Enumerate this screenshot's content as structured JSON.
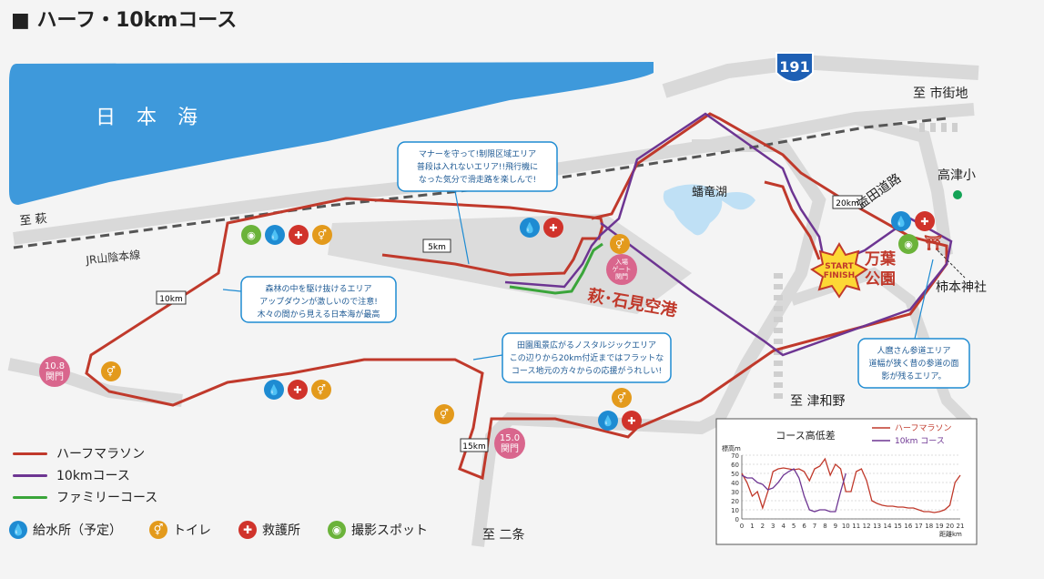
{
  "title": "■ ハーフ・10kmコース",
  "map": {
    "sea_label": "日 本 海",
    "route_sign": "191",
    "place_labels": {
      "to_city": "至 市街地",
      "to_hagi": "至 萩",
      "jr_line": "JR山陰本線",
      "to_tsuwano": "至 津和野",
      "to_nijo": "至 二条",
      "pond": "蟠竜湖",
      "park": "万葉\n公園",
      "airport": "萩･石見空港",
      "school": "高津小",
      "road": "益田道路",
      "shrine": "柿本神社"
    },
    "km_markers": [
      "5km",
      "10km",
      "15km",
      "20km"
    ],
    "gates": [
      {
        "name": "gate-10-8",
        "text": "10.8\n関門"
      },
      {
        "name": "gate-15-0",
        "text": "15.0\n関門"
      },
      {
        "name": "gate-entry",
        "text": "入場\nゲート\n関門"
      }
    ],
    "start_finish": "START\nFINISH",
    "callouts": [
      {
        "name": "callout-runway",
        "text": "マナーを守って!制限区域エリア\n普段は入れないエリア!!飛行機に\nなった気分で滑走路を楽しんで!"
      },
      {
        "name": "callout-forest",
        "text": "森林の中を駆け抜けるエリア\nアップダウンが激しいので注意!\n木々の間から見える日本海が最高"
      },
      {
        "name": "callout-rural",
        "text": "田園風景広がるノスタルジックエリア\nこの辺りから20km付近まではフラットな\nコース地元の方々からの応援がうれしい!"
      },
      {
        "name": "callout-shrine",
        "text": "人麿さん参道エリア\n道幅が狭く昔の参道の面\n影が残るエリア。"
      }
    ]
  },
  "legend": {
    "half": "ハーフマラソン",
    "ten": "10kmコース",
    "family": "ファミリーコース"
  },
  "icon_legend": {
    "water": "給水所（予定）",
    "toilet": "トイレ",
    "aid": "救護所",
    "photo": "撮影スポット"
  },
  "colors": {
    "half": "#c0392b",
    "ten": "#6d3592",
    "family": "#3aa53a",
    "sea": "#2a8fd8",
    "road": "#d9d9d9"
  },
  "chart_data": {
    "type": "line",
    "title": "コース高低差",
    "ylabel": "標高m",
    "xlabel": "距離km",
    "ylim": [
      0,
      70
    ],
    "xlim": [
      0,
      21
    ],
    "yticks": [
      0,
      10,
      20,
      30,
      40,
      50,
      60,
      70
    ],
    "xticks": [
      0,
      1,
      2,
      3,
      4,
      5,
      6,
      7,
      8,
      9,
      10,
      11,
      12,
      13,
      14,
      15,
      16,
      17,
      18,
      19,
      20,
      21
    ],
    "series": [
      {
        "name": "ハーフマラソン",
        "color": "#c0392b",
        "x": [
          0,
          0.5,
          1,
          1.5,
          2,
          2.5,
          3,
          3.5,
          4,
          4.5,
          5,
          5.5,
          6,
          6.5,
          7,
          7.5,
          8,
          8.5,
          9,
          9.5,
          10,
          10.5,
          11,
          11.5,
          12,
          12.5,
          13,
          13.5,
          14,
          14.5,
          15,
          15.5,
          16,
          16.5,
          17,
          17.5,
          18,
          18.5,
          19,
          19.5,
          20,
          20.5,
          21
        ],
        "y": [
          50,
          40,
          25,
          30,
          12,
          30,
          52,
          55,
          56,
          55,
          54,
          55,
          52,
          42,
          55,
          58,
          66,
          48,
          60,
          55,
          30,
          30,
          52,
          55,
          42,
          20,
          17,
          15,
          14,
          14,
          13,
          13,
          12,
          12,
          10,
          8,
          8,
          7,
          8,
          10,
          15,
          40,
          48
        ]
      },
      {
        "name": "10km コース",
        "color": "#6d3592",
        "x": [
          0,
          0.5,
          1,
          1.5,
          2,
          2.5,
          3,
          3.5,
          4,
          4.5,
          5,
          5.5,
          6,
          6.5,
          7,
          7.5,
          8,
          8.5,
          9,
          9.5,
          10
        ],
        "y": [
          48,
          45,
          45,
          40,
          38,
          32,
          34,
          40,
          48,
          52,
          55,
          45,
          25,
          10,
          8,
          10,
          10,
          8,
          8,
          30,
          50
        ]
      }
    ]
  }
}
